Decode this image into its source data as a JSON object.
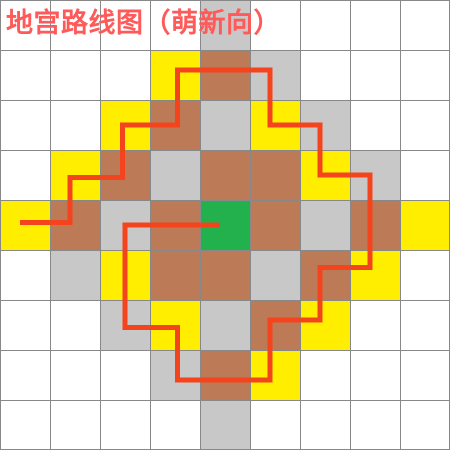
{
  "title": "地宫路线图（萌新向）",
  "colors": {
    "background": "#ffffff",
    "grid_line": "#888888",
    "empty": "#ffffff",
    "yellow": "#ffee00",
    "gray": "#c8c8c8",
    "brown": "#bd7a57",
    "start": "#22b14c",
    "route": "#f4441d",
    "title": "#ff5a5a"
  },
  "grid": {
    "rows": 9,
    "cols": 9,
    "cell_legend": {
      "0": "empty",
      "1": "yellow",
      "2": "gray",
      "3": "brown",
      "4": "start"
    },
    "cells": [
      [
        0,
        0,
        0,
        0,
        2,
        0,
        0,
        0,
        0
      ],
      [
        0,
        0,
        0,
        1,
        3,
        2,
        0,
        0,
        0
      ],
      [
        0,
        0,
        1,
        3,
        2,
        1,
        2,
        0,
        0
      ],
      [
        0,
        1,
        3,
        2,
        3,
        3,
        1,
        2,
        0
      ],
      [
        1,
        3,
        2,
        3,
        4,
        3,
        2,
        3,
        1
      ],
      [
        0,
        2,
        1,
        3,
        3,
        2,
        3,
        1,
        0
      ],
      [
        0,
        0,
        2,
        1,
        2,
        3,
        1,
        0,
        0
      ],
      [
        0,
        0,
        0,
        2,
        3,
        1,
        0,
        0,
        0
      ],
      [
        0,
        0,
        0,
        0,
        2,
        0,
        0,
        0,
        0
      ]
    ]
  },
  "route": [
    [
      0.4,
      4.45
    ],
    [
      1.4,
      4.45
    ],
    [
      1.4,
      3.55
    ],
    [
      2.45,
      3.55
    ],
    [
      2.45,
      2.5
    ],
    [
      3.55,
      2.5
    ],
    [
      3.55,
      1.4
    ],
    [
      5.4,
      1.4
    ],
    [
      5.4,
      2.5
    ],
    [
      6.4,
      2.5
    ],
    [
      6.4,
      3.5
    ],
    [
      7.4,
      3.5
    ],
    [
      7.4,
      5.35
    ],
    [
      6.4,
      5.35
    ],
    [
      6.4,
      6.4
    ],
    [
      5.4,
      6.4
    ],
    [
      5.4,
      7.6
    ],
    [
      3.55,
      7.6
    ],
    [
      3.55,
      6.55
    ],
    [
      2.5,
      6.55
    ],
    [
      2.5,
      4.5
    ],
    [
      4.4,
      4.5
    ]
  ]
}
